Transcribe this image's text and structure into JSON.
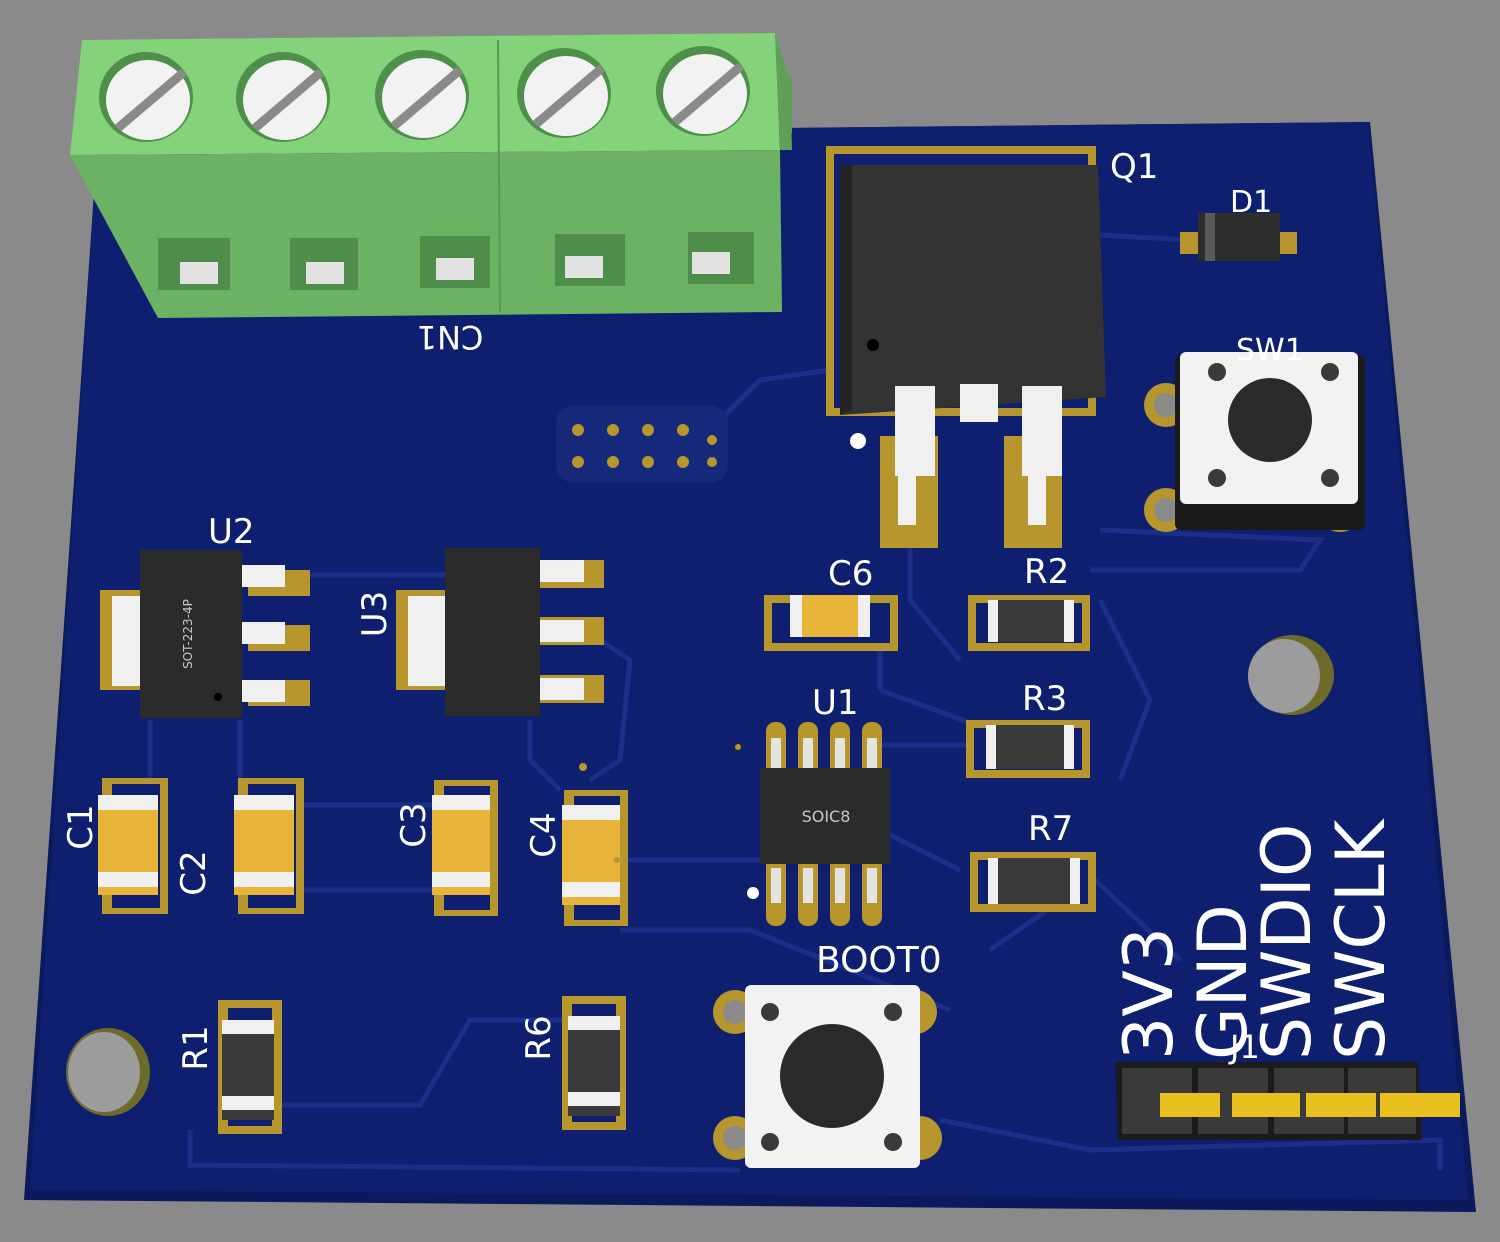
{
  "colors": {
    "background": "#8a8a8a",
    "board": "#0d1f6e",
    "copper_trace": "#1a2d86",
    "pad_gold": "#b8962e",
    "terminal_green": "#6fc36a",
    "ic_black": "#2b2b2b",
    "cap_body": "#e8b43a",
    "silkscreen": "#ffffff"
  },
  "board": {
    "connector_label": "CN1",
    "transistor_label": "Q1",
    "diode_label": "D1",
    "switch_label": "SW1",
    "boot_label": "BOOT0",
    "regulators": {
      "u2": "U2",
      "u3": "U3"
    },
    "u2_package": "SOT-223-4P",
    "mcu_label": "U1",
    "mcu_package": "SOIC8",
    "header_label": "J1",
    "capacitors": [
      "C1",
      "C2",
      "C3",
      "C4",
      "C6"
    ],
    "resistors": [
      "R1",
      "R2",
      "R3",
      "R6",
      "R7"
    ],
    "swd_pins": [
      "3V3",
      "GND",
      "SWDIO",
      "SWCLK"
    ]
  }
}
